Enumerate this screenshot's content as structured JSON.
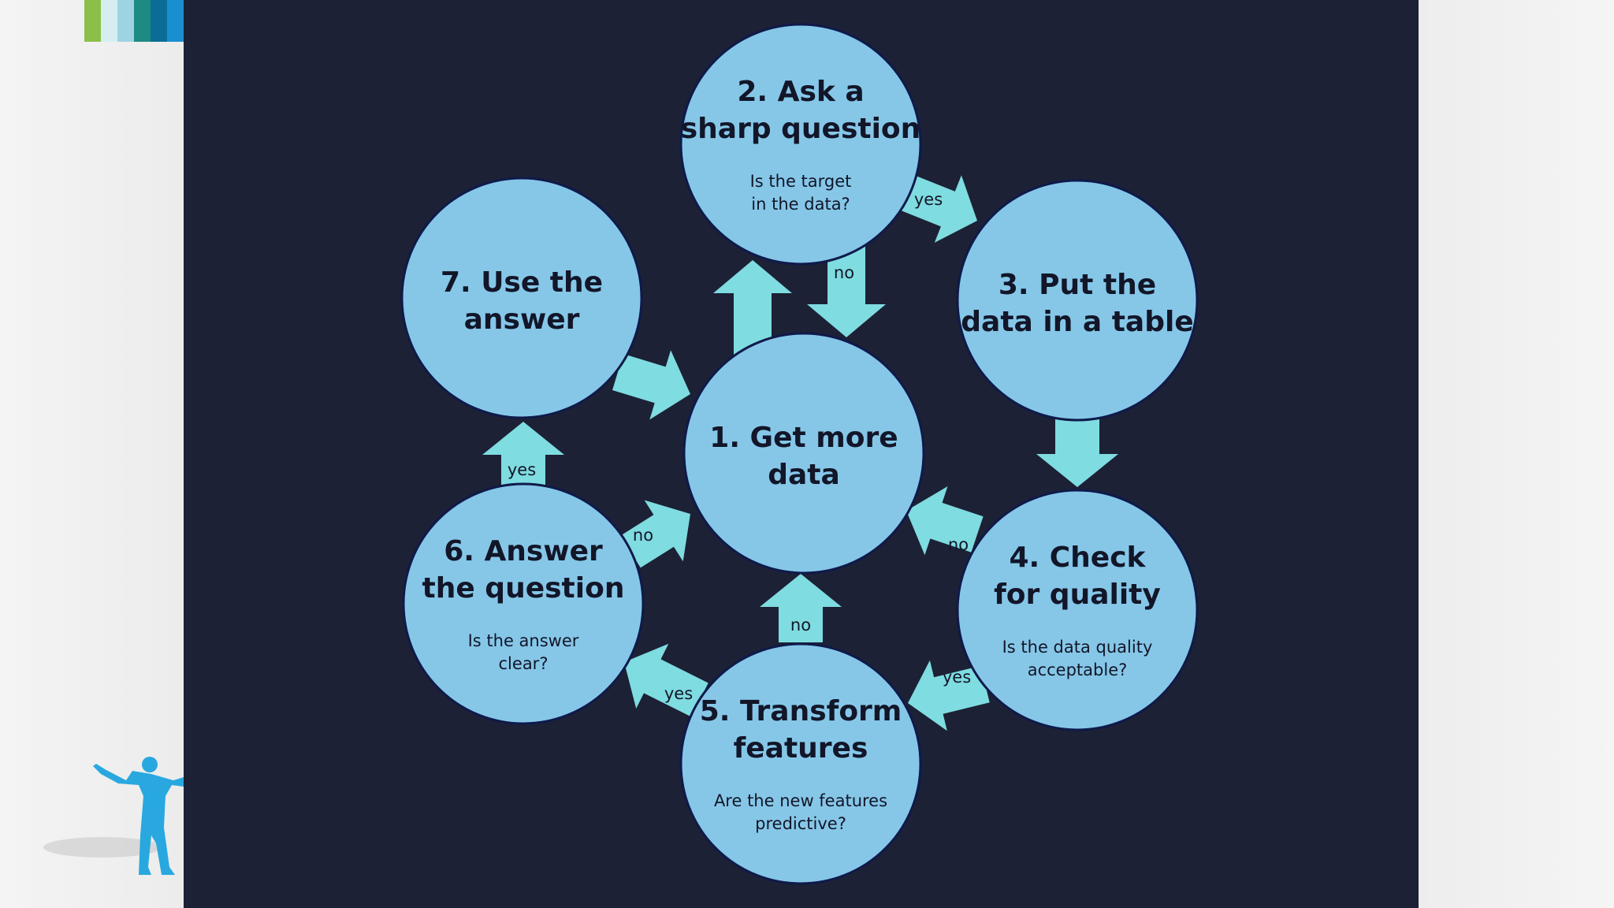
{
  "colors": {
    "slide_background": "#1c2135",
    "circle_fill": "#86c7e8",
    "circle_stroke": "#0f1a4a",
    "arrow_fill": "#7fdce0",
    "text": "#121628",
    "stripes": [
      "#8cbf4a",
      "#d6eef2",
      "#9dd3e3",
      "#1e8a84",
      "#0b6d95",
      "#1a8fd0"
    ],
    "figure": "#29a8e0"
  },
  "steps": [
    {
      "id": "step-1",
      "title_lines": [
        "1. Get more",
        "data"
      ],
      "question_lines": []
    },
    {
      "id": "step-2",
      "title_lines": [
        "2. Ask a",
        "sharp question"
      ],
      "question_lines": [
        "Is the target",
        "in the data?"
      ]
    },
    {
      "id": "step-3",
      "title_lines": [
        "3. Put the",
        "data in a table"
      ],
      "question_lines": []
    },
    {
      "id": "step-4",
      "title_lines": [
        "4. Check",
        "for quality"
      ],
      "question_lines": [
        "Is the data quality",
        "acceptable?"
      ]
    },
    {
      "id": "step-5",
      "title_lines": [
        "5. Transform",
        "features"
      ],
      "question_lines": [
        "Are the new features",
        "predictive?"
      ]
    },
    {
      "id": "step-6",
      "title_lines": [
        "6. Answer",
        "the question"
      ],
      "question_lines": [
        "Is the answer",
        "clear?"
      ]
    },
    {
      "id": "step-7",
      "title_lines": [
        "7. Use the",
        "answer"
      ],
      "question_lines": []
    }
  ],
  "arrows": [
    {
      "id": "arrow-1-to-2",
      "label": ""
    },
    {
      "id": "arrow-2-to-1",
      "label": "no"
    },
    {
      "id": "arrow-2-to-3",
      "label": "yes"
    },
    {
      "id": "arrow-3-to-4",
      "label": ""
    },
    {
      "id": "arrow-4-to-1",
      "label": "no"
    },
    {
      "id": "arrow-4-to-5",
      "label": "yes"
    },
    {
      "id": "arrow-5-to-1",
      "label": "no"
    },
    {
      "id": "arrow-5-to-6",
      "label": "yes"
    },
    {
      "id": "arrow-6-to-1",
      "label": "no"
    },
    {
      "id": "arrow-6-to-7",
      "label": "yes"
    },
    {
      "id": "arrow-7-to-1",
      "label": ""
    }
  ]
}
